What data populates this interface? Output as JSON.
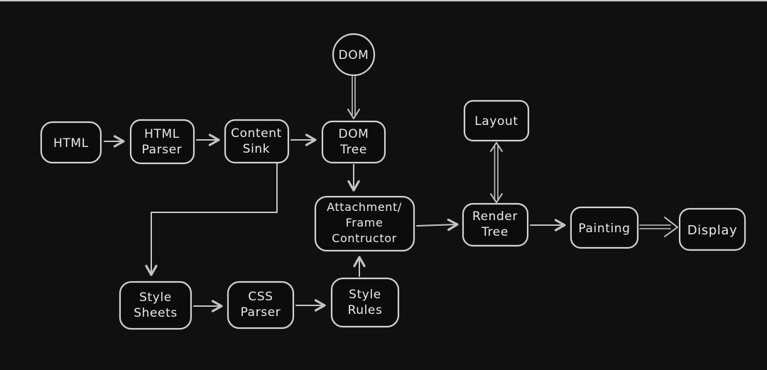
{
  "diagram": {
    "nodes": {
      "html": {
        "label": "HTML"
      },
      "html_parser": {
        "line1": "HTML",
        "line2": "Parser"
      },
      "content_sink": {
        "line1": "Content",
        "line2": "Sink"
      },
      "dom": {
        "label": "DOM"
      },
      "dom_tree": {
        "line1": "DOM",
        "line2": "Tree"
      },
      "attachment": {
        "line1": "Attachment/",
        "line2": "Frame",
        "line3": "Contructor"
      },
      "layout": {
        "label": "Layout"
      },
      "render_tree": {
        "line1": "Render",
        "line2": "Tree"
      },
      "painting": {
        "label": "Painting"
      },
      "display": {
        "label": "Display"
      },
      "style_sheets": {
        "line1": "Style",
        "line2": "Sheets"
      },
      "css_parser": {
        "line1": "CSS",
        "line2": "Parser"
      },
      "style_rules": {
        "line1": "Style",
        "line2": "Rules"
      }
    },
    "colors": {
      "background": "#101010",
      "box_fill": "#0c0c0c",
      "box_border": "#d2d2d2",
      "text": "#eaeaea",
      "arrow": "#c4c4c4",
      "teal_fill": "#1d4640",
      "teal_hatch": "#2c5f57",
      "cyan_fill": "#2fa9bf",
      "top_edge": "#e8e8e8"
    }
  }
}
